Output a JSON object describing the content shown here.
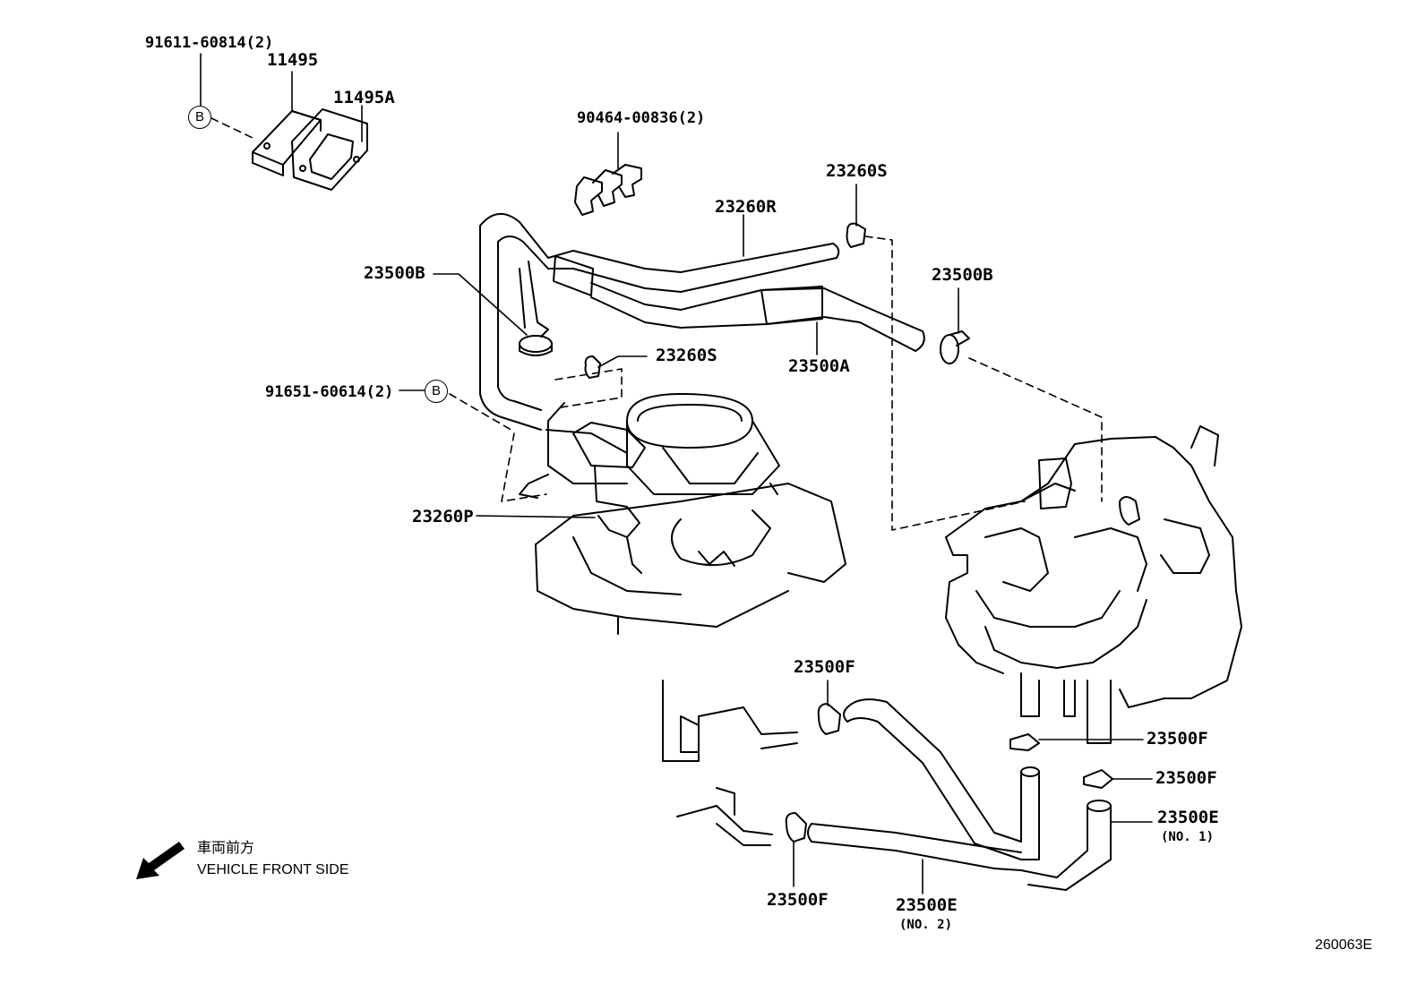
{
  "labels": {
    "p_91611": "91611-60814(2)",
    "p_11495": "11495",
    "p_11495A": "11495A",
    "p_90464": "90464-00836(2)",
    "p_23260S_top": "23260S",
    "p_23260R": "23260R",
    "p_23500B_left": "23500B",
    "p_23500B_right": "23500B",
    "p_23260S_mid": "23260S",
    "p_23500A": "23500A",
    "p_91651": "91651-60614(2)",
    "p_23260P": "23260P",
    "p_23500F_top": "23500F",
    "p_23500F_r1": "23500F",
    "p_23500F_r2": "23500F",
    "p_23500E_no1": "23500E",
    "p_23500E_no1_sub": "(NO. 1)",
    "p_23500F_bottom": "23500F",
    "p_23500E_no2": "23500E",
    "p_23500E_no2_sub": "(NO. 2)"
  },
  "refs": {
    "b_top": "B",
    "b_mid": "B"
  },
  "direction_note": {
    "jp": "車両前方",
    "en": "VEHICLE FRONT SIDE"
  },
  "diagram_code": "260063E"
}
